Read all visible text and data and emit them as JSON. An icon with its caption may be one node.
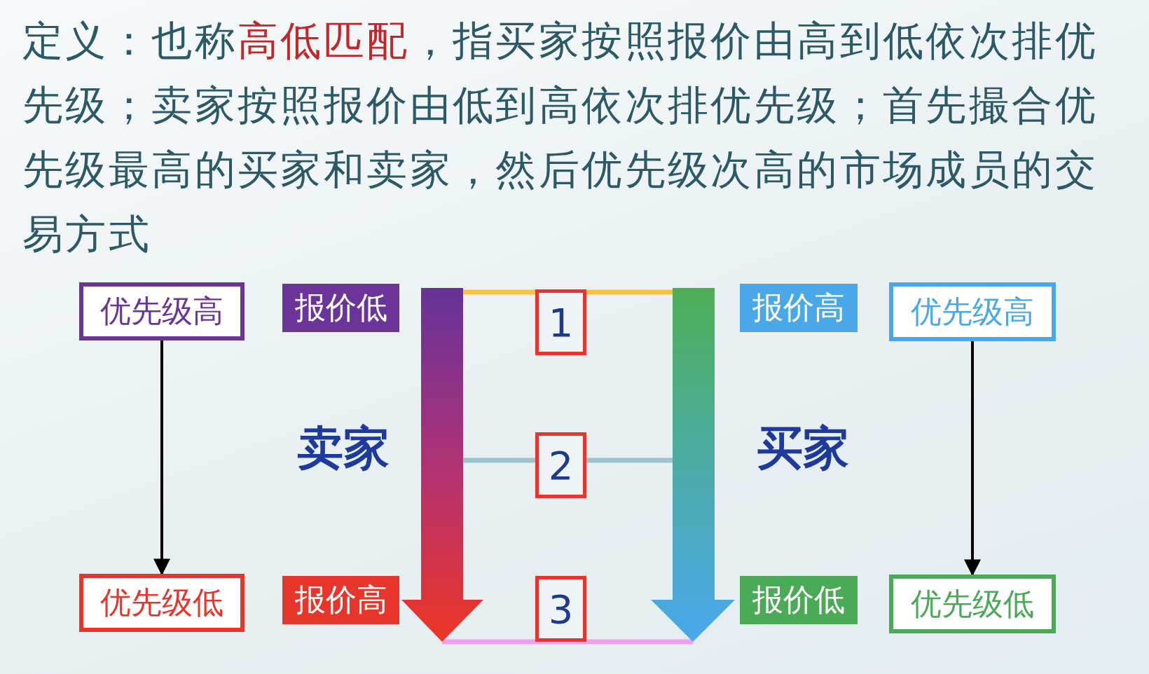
{
  "diagram": {
    "nodes": [
      {
        "text": [
          "优先级高"
        ]
      },
      {
        "text": [
          "报价低"
        ]
      },
      {
        "text": [
          "1"
        ]
      },
      {
        "text": [
          "报价高"
        ]
      },
      {
        "text": [
          "优先级高"
        ]
      },
      {
        "text": [
          "卖家"
        ]
      },
      {
        "text": [
          "2"
        ]
      },
      {
        "text": [
          "买家"
        ]
      },
      {
        "text": [
          "优先级低"
        ]
      },
      {
        "text": [
          "报价高"
        ]
      },
      {
        "text": [
          "3"
        ]
      },
      {
        "text": [
          "报价低"
        ]
      },
      {
        "text": [
          "优先级低"
        ]
      }
    ],
    "edges": [
      {
        "from": 0,
        "to": 8,
        "arrow": "to"
      },
      {
        "from": 4,
        "to": 12,
        "arrow": "to"
      }
    ],
    "labels": [
      "定义：也称**高低匹配**，指买家按照报价由高到低依次排优先级；卖家按照报价由低到高依次排优先级；首先撮合优先级最高的买家和卖家，然后优先级次高的市场成员的交易方式"
    ]
  }
}
